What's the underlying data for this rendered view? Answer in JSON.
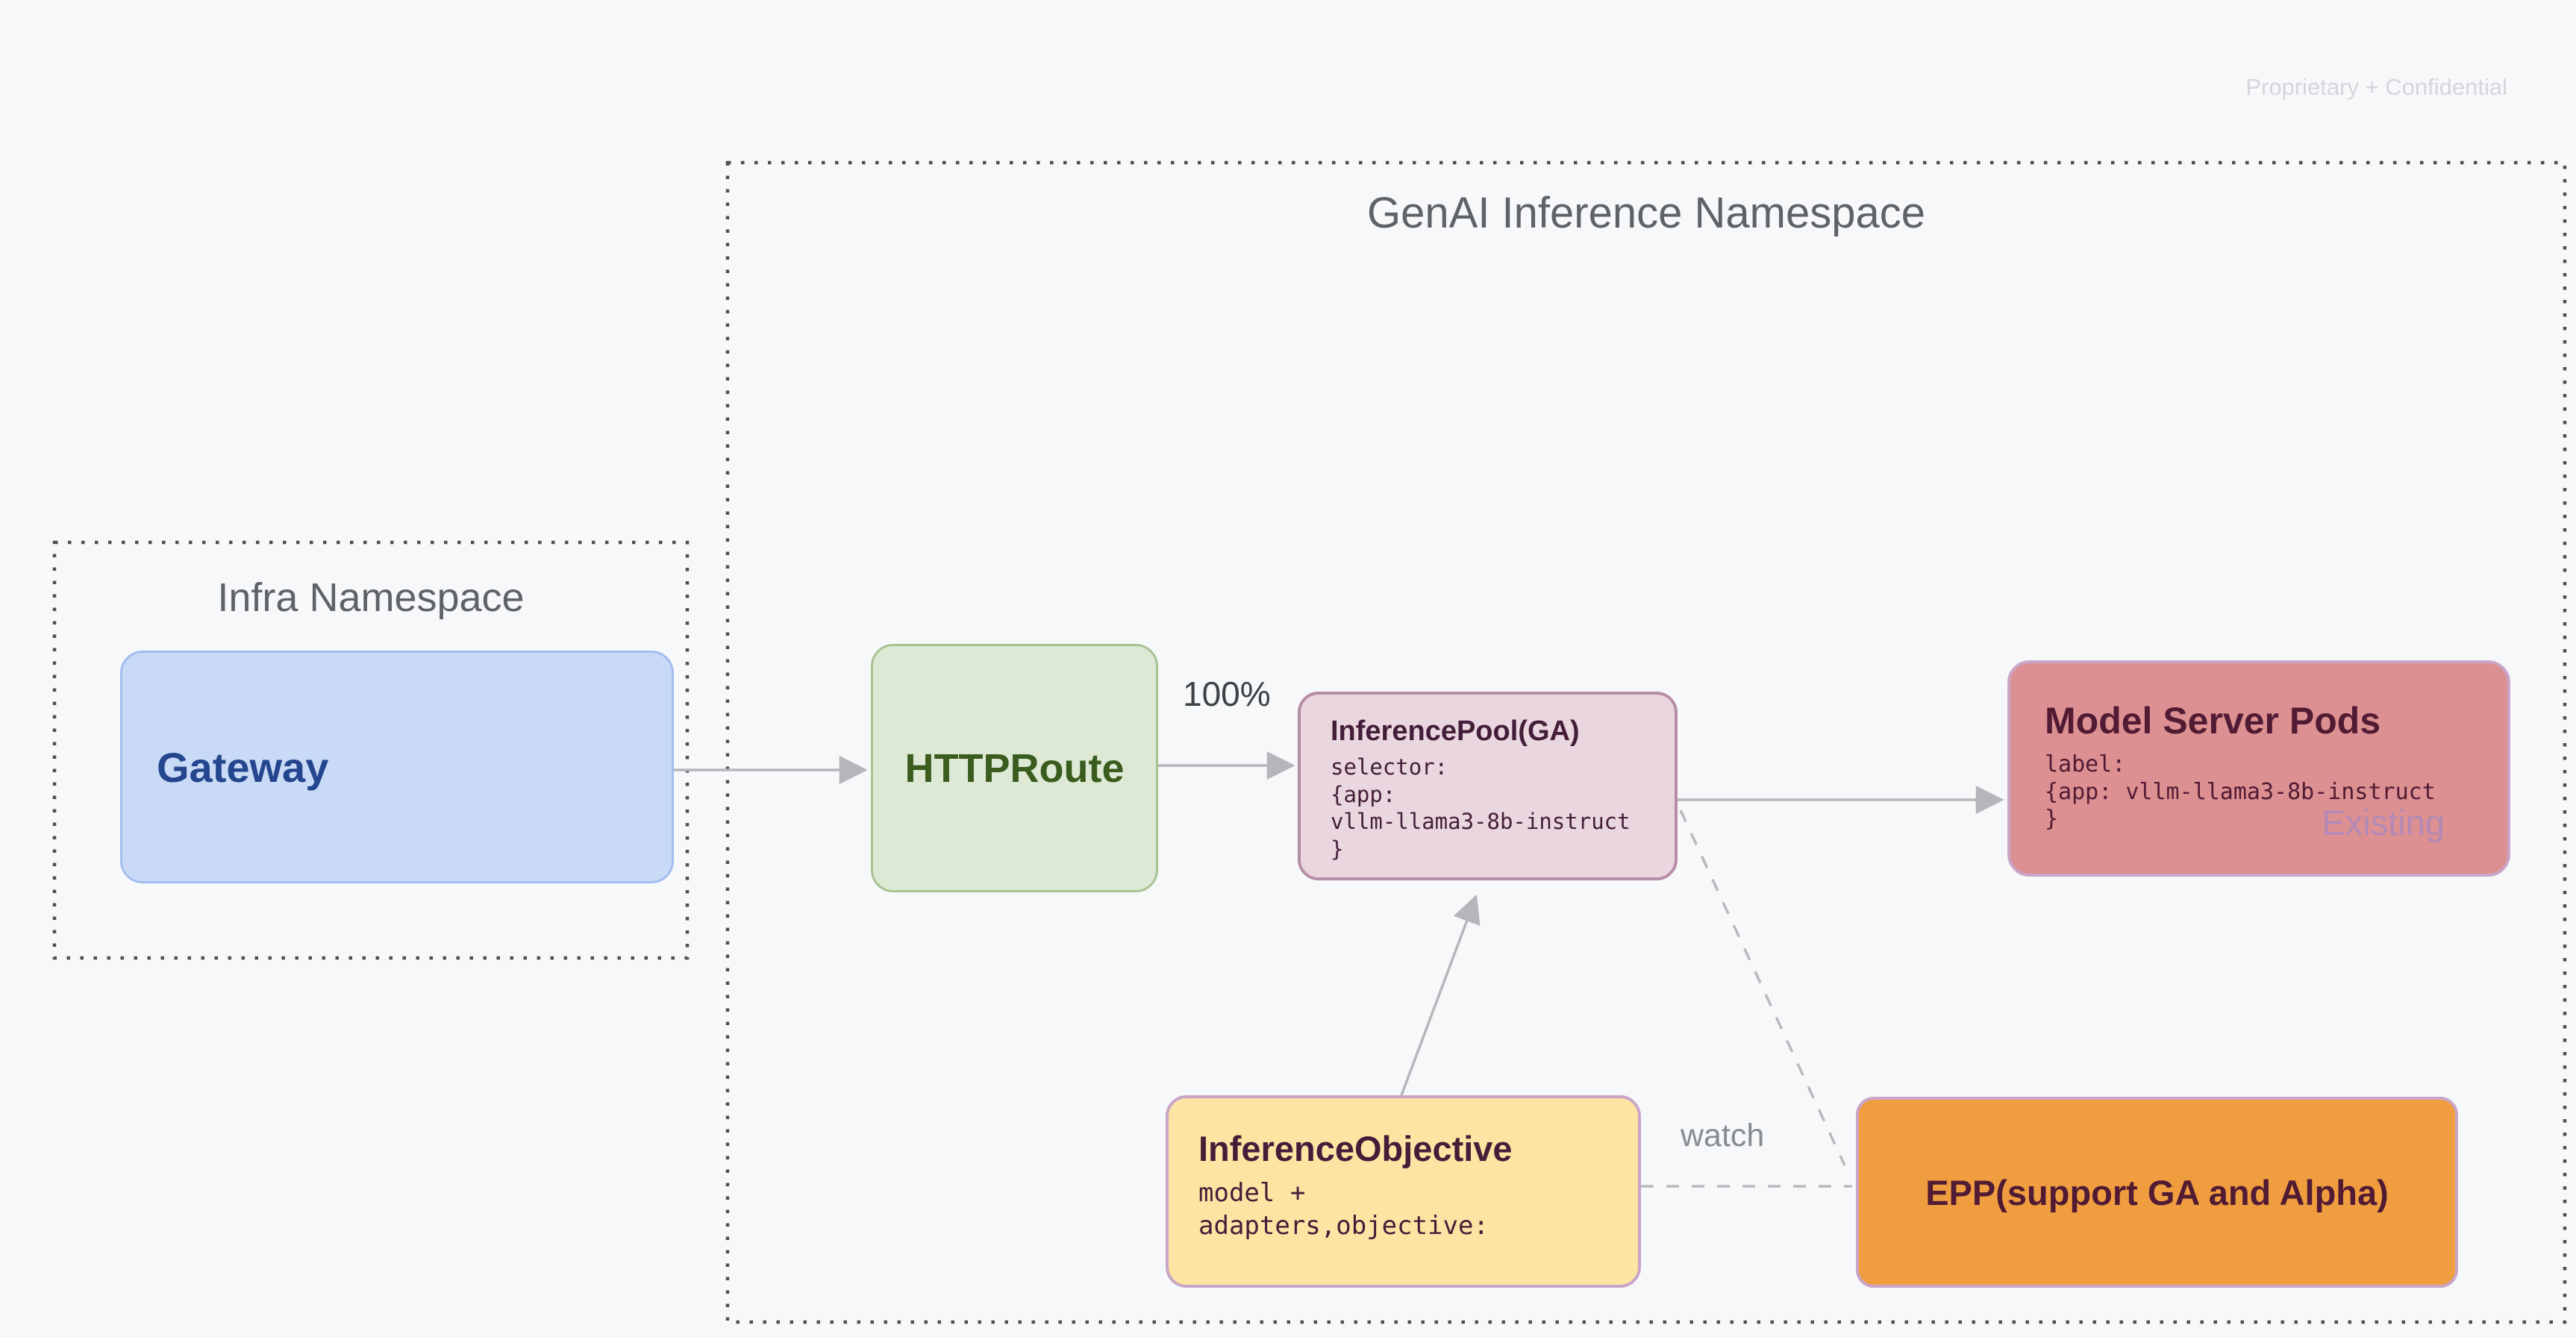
{
  "slide": {
    "watermark": "Proprietary + Confidential"
  },
  "namespaces": {
    "genai": {
      "title": "GenAI Inference Namespace"
    },
    "infra": {
      "title": "Infra Namespace"
    }
  },
  "nodes": {
    "gateway": {
      "label": "Gateway"
    },
    "httproute": {
      "label": "HTTPRoute"
    },
    "inference_pool": {
      "title": "InferencePool(GA)",
      "code": "selector:\n{app:\nvllm-llama3-8b-instruct\n}"
    },
    "model_server_pods": {
      "title": "Model Server Pods",
      "code": "label:\n{app: vllm-llama3-8b-instruct\n}",
      "badge": "Existing"
    },
    "inference_objective": {
      "title": "InferenceObjective",
      "code": "model +\nadapters,objective:"
    },
    "epp": {
      "label": "EPP(support GA and Alpha)"
    }
  },
  "edges": {
    "httproute_to_pool_label": "100%",
    "objective_to_epp_label": "watch"
  },
  "colors": {
    "canvas_bg": "#f7f8fa",
    "namespace_dotted_border": "#4d4f52",
    "namespace_title": "#5f6368",
    "watermark": "#d4d6da",
    "connector": "#b4b6b9",
    "gateway_fill": "#c9daf6",
    "gateway_border": "#a3bdf0",
    "gateway_text": "#24468e",
    "httproute_fill": "#dde9d4",
    "httproute_border": "#a9c294",
    "httproute_text": "#3a5c1e",
    "inference_pool_fill": "#e9d6de",
    "inference_pool_border": "#b68da6",
    "inference_pool_text": "#441e39",
    "model_server_pods_fill": "#dc9091",
    "model_server_pods_border": "#c9a5c7",
    "model_server_pods_text": "#521b34",
    "existing_badge_text": "#b389b6",
    "inference_objective_fill": "#fce4a2",
    "inference_objective_border": "#c9a5c7",
    "inference_objective_text": "#441e39",
    "epp_fill": "#f09d3f",
    "epp_border": "#c9a5c7",
    "epp_text": "#521b34",
    "weight_label_text": "#3d4245",
    "watch_label_text": "#868c91"
  }
}
